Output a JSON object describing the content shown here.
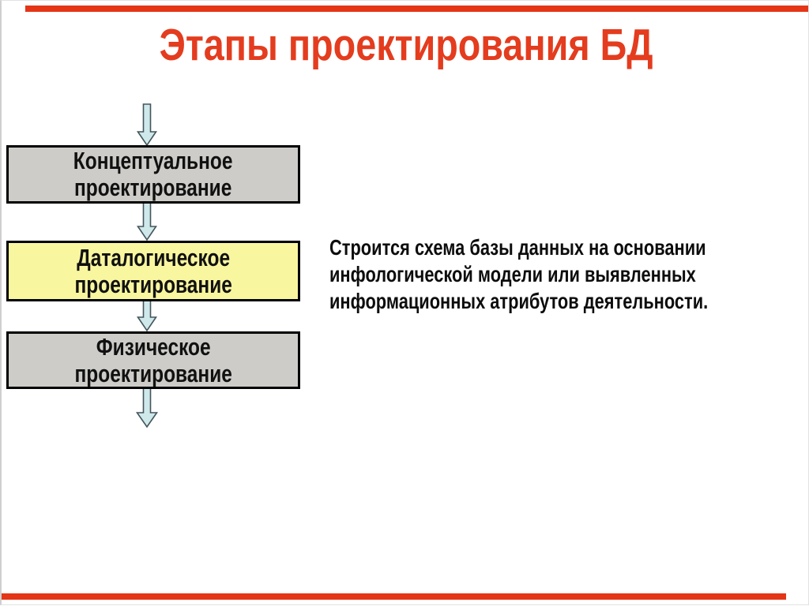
{
  "title": "Этапы проектирования БД",
  "decor": {
    "title_color": "#e43c1e",
    "accent_bar_color": "#e43517"
  },
  "steps": [
    {
      "id": "conceptual",
      "label": "Концептуальное\nпроектирование",
      "fill": "#cdccc8",
      "highlighted": false
    },
    {
      "id": "datalogical",
      "label": "Даталогическое\nпроектирование",
      "fill": "#f9f6a0",
      "highlighted": true
    },
    {
      "id": "physical",
      "label": "Физическое\nпроектирование",
      "fill": "#cdccc8",
      "highlighted": false
    }
  ],
  "arrow": {
    "name": "down-arrow",
    "fill": "#cfe9eb",
    "stroke": "#43555c"
  },
  "description": {
    "lines": [
      "Строится схема базы данных на основании",
      "инфологической модели или выявленных",
      "информационных атрибутов деятельности."
    ]
  }
}
